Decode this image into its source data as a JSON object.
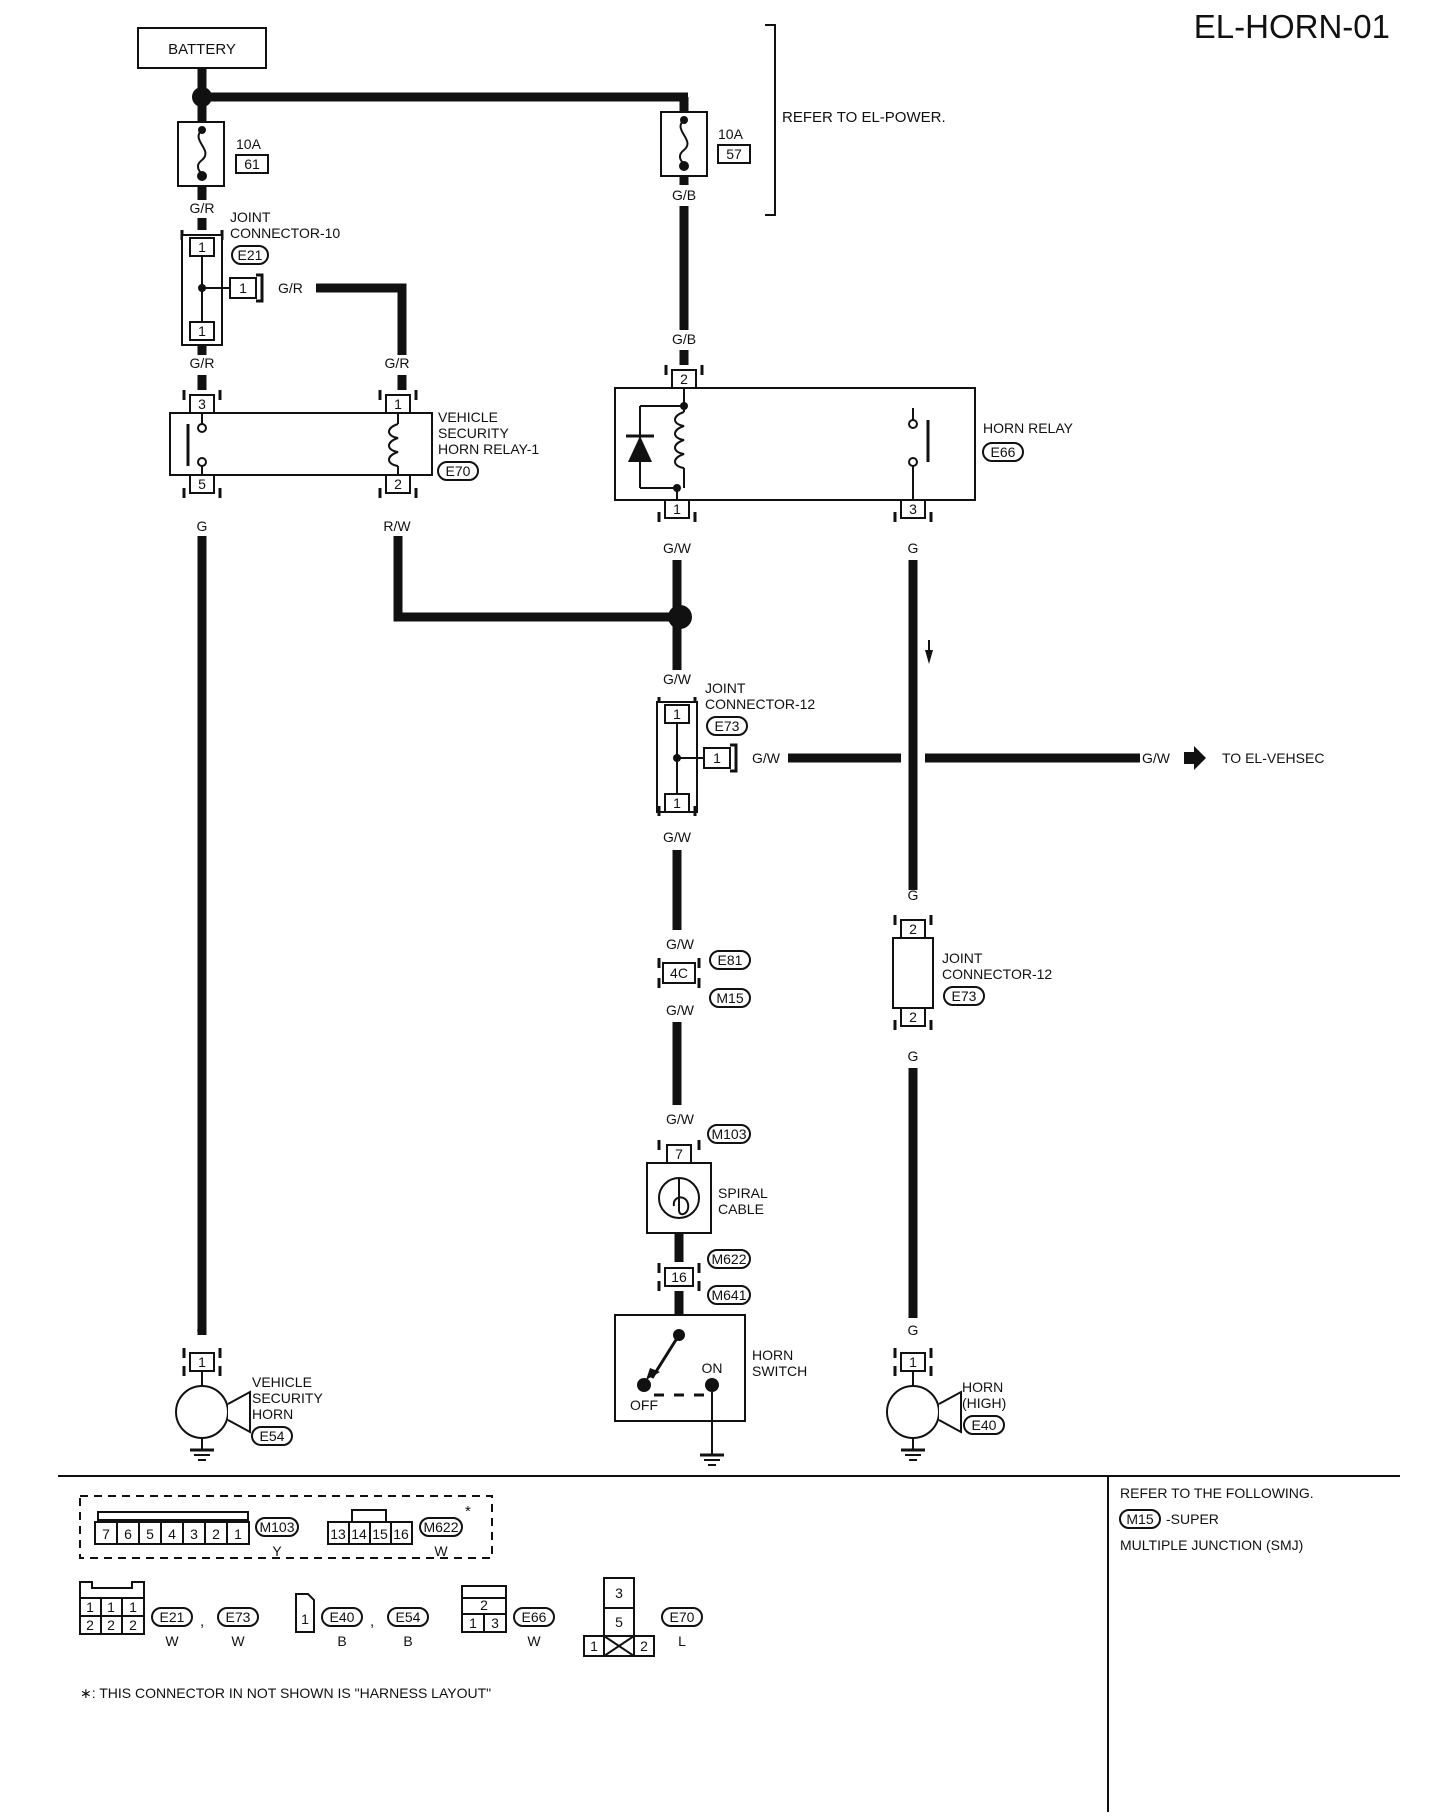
{
  "title": "EL-HORN-01",
  "battery": "BATTERY",
  "refer_power": "REFER TO EL-POWER.",
  "fuses": [
    {
      "amp": "10A",
      "num": "61"
    },
    {
      "amp": "10A",
      "num": "57"
    }
  ],
  "wires": {
    "gr": "G/R",
    "gb": "G/B",
    "g": "G",
    "rw": "R/W",
    "gw": "G/W"
  },
  "joint10": {
    "l1": "JOINT",
    "l2": "CONNECTOR-10",
    "conn": "E21",
    "pin": "1"
  },
  "sec_relay": {
    "l1": "VEHICLE",
    "l2": "SECURITY",
    "l3": "HORN RELAY-1",
    "conn": "E70",
    "pins": [
      "3",
      "5",
      "1",
      "2"
    ]
  },
  "horn_relay": {
    "label": "HORN RELAY",
    "conn": "E66",
    "pins": [
      "2",
      "1",
      "3"
    ]
  },
  "joint12a": {
    "l1": "JOINT",
    "l2": "CONNECTOR-12",
    "conn": "E73",
    "pin": "1"
  },
  "vehsec": "TO EL-VEHSEC",
  "joint12b": {
    "l1": "JOINT",
    "l2": "CONNECTOR-12",
    "conn": "E73",
    "pin": "2"
  },
  "inline": {
    "pin": "4C",
    "c1": "E81",
    "c2": "M15"
  },
  "spiral": {
    "l1": "SPIRAL",
    "l2": "CABLE",
    "conn_top": "M103",
    "pin_top": "7",
    "conn_bot": "M622",
    "pin_bot": "16",
    "conn_sw": "M641"
  },
  "horn_switch": {
    "l1": "HORN",
    "l2": "SWITCH",
    "on": "ON",
    "off": "OFF"
  },
  "sec_horn": {
    "l1": "VEHICLE",
    "l2": "SECURITY",
    "l3": "HORN",
    "conn": "E54",
    "pin": "1"
  },
  "horn_high": {
    "l1": "HORN",
    "l2": "(HIGH)",
    "conn": "E40",
    "pin": "1"
  },
  "legend": {
    "m103_pins": [
      "7",
      "6",
      "5",
      "4",
      "3",
      "2",
      "1"
    ],
    "m103": "M103",
    "m103_color": "Y",
    "m622_pins": [
      "13",
      "14",
      "15",
      "16"
    ],
    "m622": "M622",
    "m622_color": "W",
    "star": "*",
    "e21_top": [
      "1",
      "1",
      "1"
    ],
    "e21_bot": [
      "2",
      "2",
      "2"
    ],
    "e21": "E21",
    "e73": "E73",
    "e21_color": "W",
    "e73_color": "W",
    "e40_pin": "1",
    "e40": "E40",
    "e54": "E54",
    "e40_color": "B",
    "e54_color": "B",
    "e66_top": "2",
    "e66_bot": [
      "1",
      "3"
    ],
    "e66": "E66",
    "e66_color": "W",
    "e70_pins": [
      "3",
      "5",
      "1",
      "2"
    ],
    "e70": "E70",
    "e70_color": "L",
    "comma": ",",
    "footnote": "∗: THIS CONNECTOR IN NOT SHOWN IS \"HARNESS LAYOUT\""
  },
  "refer_box": {
    "l1": "REFER TO THE FOLLOWING.",
    "conn": "M15",
    "l2": "-SUPER",
    "l3": "MULTIPLE JUNCTION (SMJ)"
  }
}
